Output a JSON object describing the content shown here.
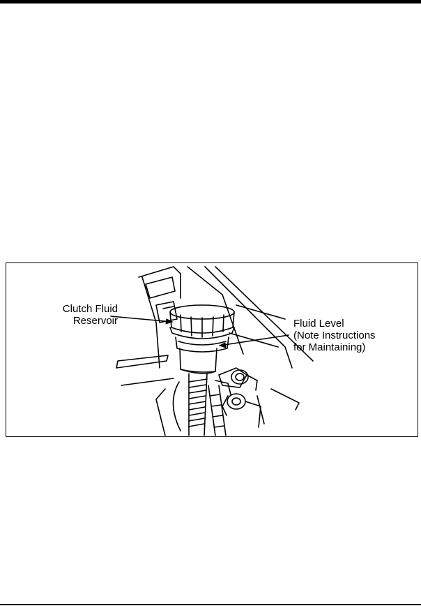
{
  "figure": {
    "labels": {
      "reservoir": [
        "Clutch Fluid",
        "Reservoir"
      ],
      "fluid_level": [
        "Fluid Level",
        "(Note Instructions",
        "for Maintaining)"
      ]
    },
    "icons": [
      "clutch-fluid-reservoir-illustration"
    ]
  }
}
